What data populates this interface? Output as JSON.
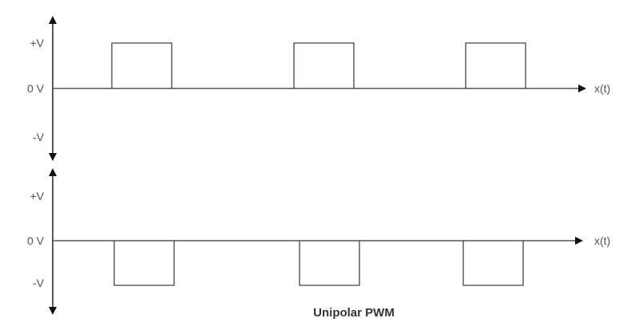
{
  "diagram": {
    "title": "Unipolar PWM",
    "colors": {
      "line": "#333333",
      "text": "#555555",
      "background": "#ffffff"
    },
    "top_plot": {
      "y_labels": {
        "pos": "+V",
        "zero": "0 V",
        "neg": "-V"
      },
      "x_label": "x(t)",
      "pulse_polarity": "positive",
      "pulses": [
        {
          "start": 140,
          "end": 215
        },
        {
          "start": 368,
          "end": 443
        },
        {
          "start": 583,
          "end": 658
        }
      ]
    },
    "bottom_plot": {
      "y_labels": {
        "pos": "+V",
        "zero": "0 V",
        "neg": "-V"
      },
      "x_label": "x(t)",
      "pulse_polarity": "negative",
      "pulses": [
        {
          "start": 143,
          "end": 218
        },
        {
          "start": 375,
          "end": 450
        },
        {
          "start": 580,
          "end": 655
        }
      ]
    }
  }
}
